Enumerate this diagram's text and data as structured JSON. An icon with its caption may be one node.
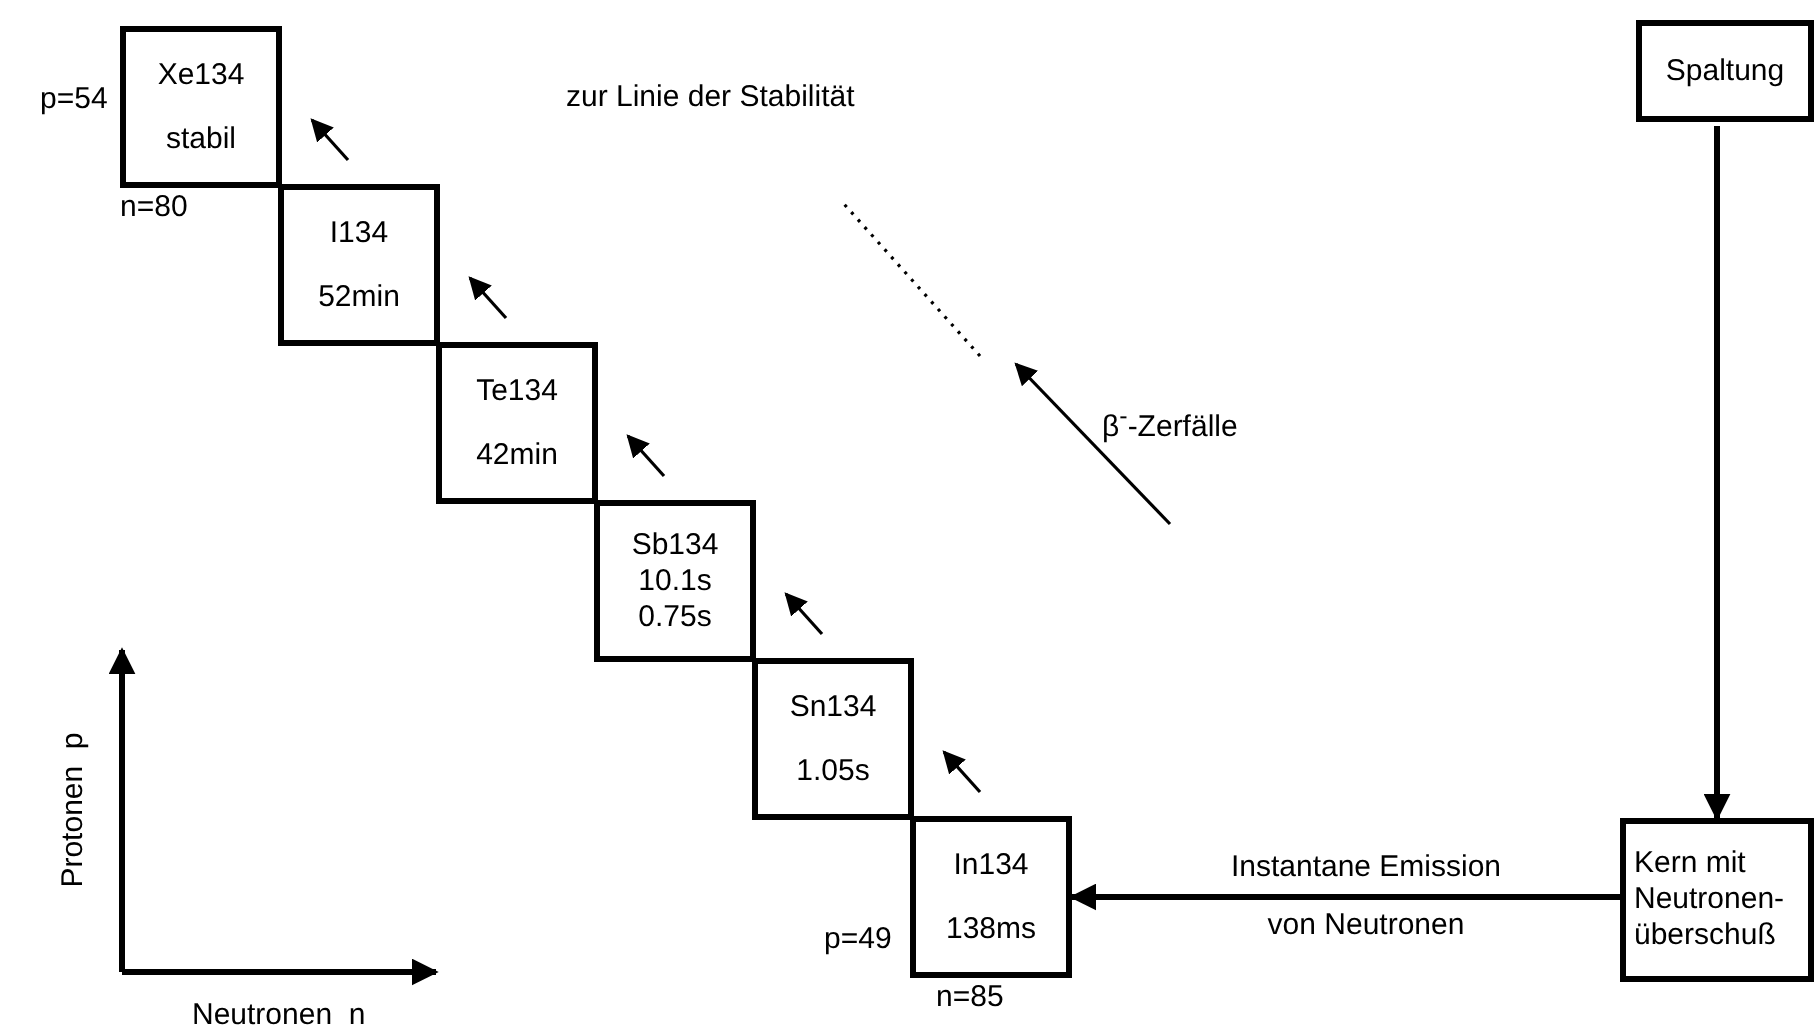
{
  "diagram": {
    "nodes": [
      {
        "text": [
          "Xe134",
          "stabil"
        ],
        "beside": [
          "p=54",
          "n=80"
        ]
      },
      {
        "text": [
          "I134",
          "52min"
        ]
      },
      {
        "text": [
          "Te134",
          "42min"
        ]
      },
      {
        "text": [
          "Sb134",
          "10.1s",
          "0.75s"
        ]
      },
      {
        "text": [
          "Sn134",
          "1.05s"
        ]
      },
      {
        "text": [
          "In134",
          "138ms"
        ],
        "beside": [
          "p=49",
          "n=85"
        ]
      },
      {
        "text": [
          "Spaltung"
        ]
      },
      {
        "text": [
          "Kern mit Neutronen- überschuß"
        ]
      }
    ],
    "edges": [
      {
        "from": 6,
        "to": 7,
        "arrow": "to"
      },
      {
        "from": 7,
        "to": 5,
        "arrow": "to",
        "label": "Instantane Emission von Neutronen"
      }
    ],
    "labels": [
      "zur Linie der Stabilität",
      "β$^{-}$-Zerfälle",
      "Protonen  p",
      "Neutronen  n"
    ]
  }
}
